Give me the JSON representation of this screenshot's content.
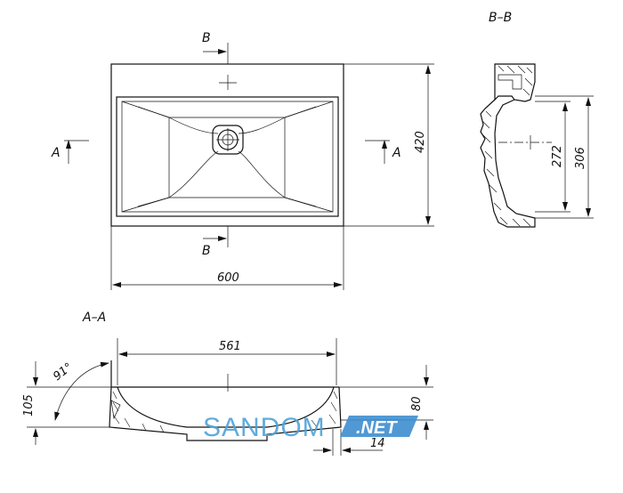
{
  "sections": {
    "bb_title": "B–B",
    "aa_title": "A–A",
    "cut_b_top": "B",
    "cut_b_bottom": "B",
    "cut_a_left": "A",
    "cut_a_right": "A"
  },
  "dimensions": {
    "width": "600",
    "height": "420",
    "inner_depth": "272",
    "outer_depth": "306",
    "bowl_width": "561",
    "angle": "91°",
    "total_height": "105",
    "bowl_height": "80",
    "offset": "14"
  },
  "watermark": {
    "brand": "SANDOM",
    "suffix": ".NET",
    "brand_color": "#4fa3d8",
    "badge_color": "#3f8fd0"
  }
}
